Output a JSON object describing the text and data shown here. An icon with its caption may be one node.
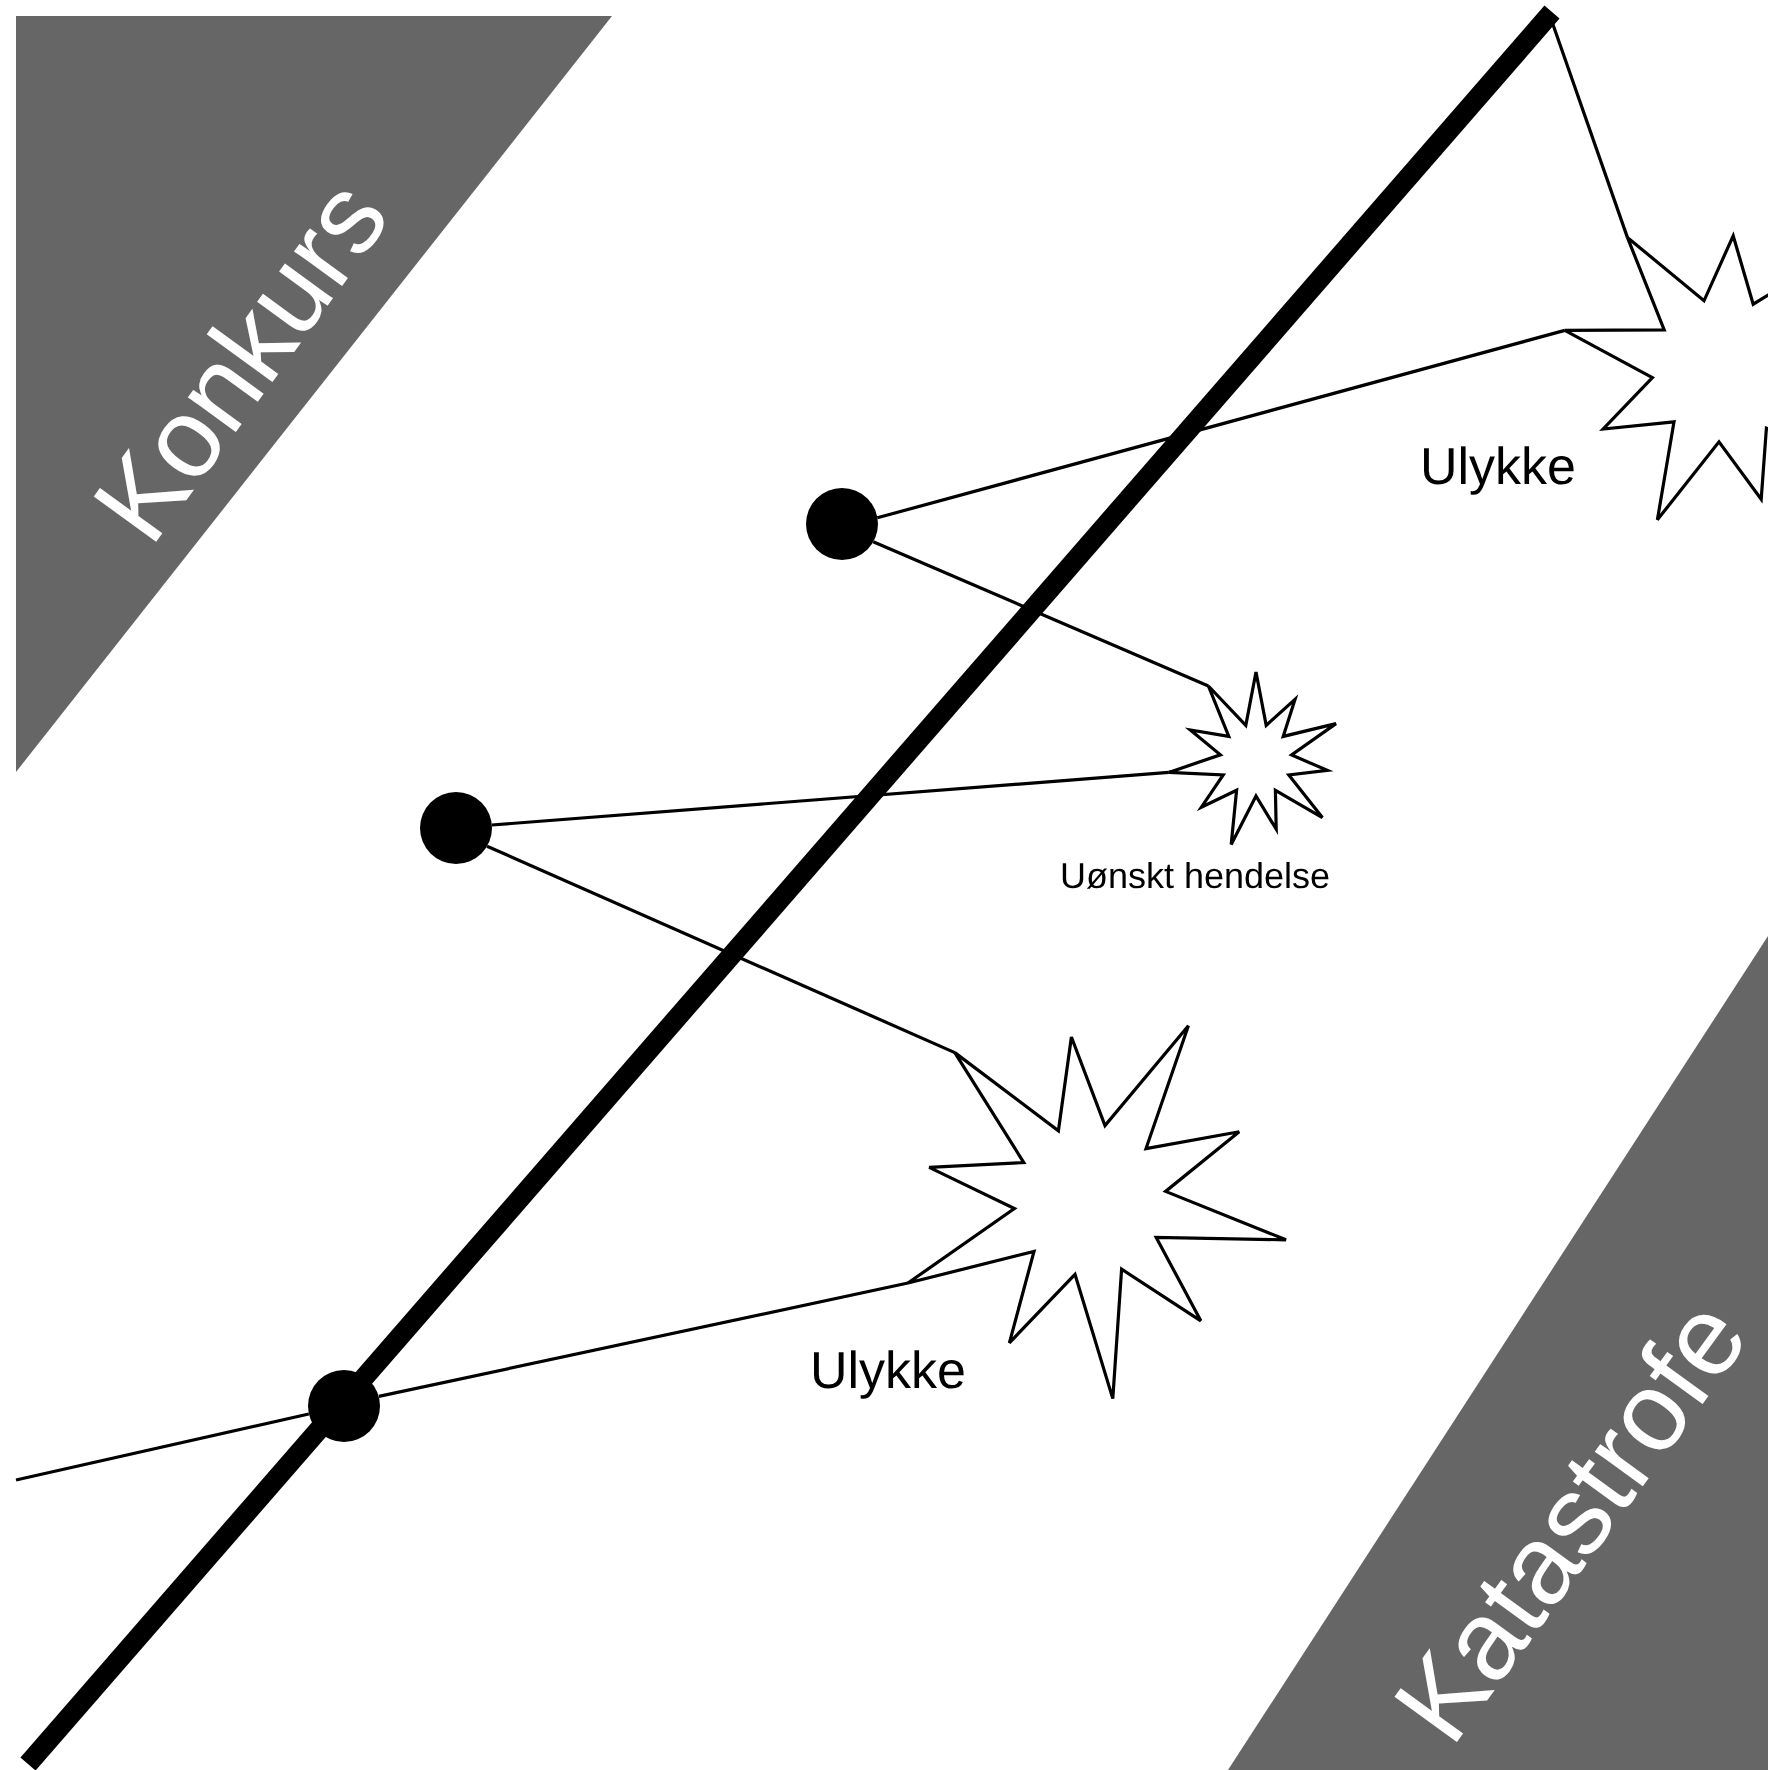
{
  "diagram": {
    "nodes": [
      {
        "text": [
          "Konkurs"
        ]
      },
      {
        "text": [
          "Katastrofe"
        ]
      },
      {
        "text": [
          "Ulykke"
        ]
      },
      {
        "text": [],
        "shape": "circle"
      },
      {
        "text": [
          "Uønskt hendelse"
        ]
      },
      {
        "text": [],
        "shape": "circle"
      },
      {
        "text": [
          "Ulykke"
        ]
      },
      {
        "text": [],
        "shape": "circle"
      }
    ],
    "edges": [
      {
        "from": null,
        "to": 2,
        "arrow": "none"
      },
      {
        "from": 2,
        "to": 3,
        "arrow": "none"
      },
      {
        "from": 3,
        "to": 4,
        "arrow": "none"
      },
      {
        "from": 4,
        "to": 5,
        "arrow": "none"
      },
      {
        "from": 5,
        "to": 6,
        "arrow": "none"
      },
      {
        "from": 6,
        "to": 7,
        "arrow": "none"
      },
      {
        "from": 7,
        "to": null,
        "arrow": "none"
      }
    ]
  }
}
